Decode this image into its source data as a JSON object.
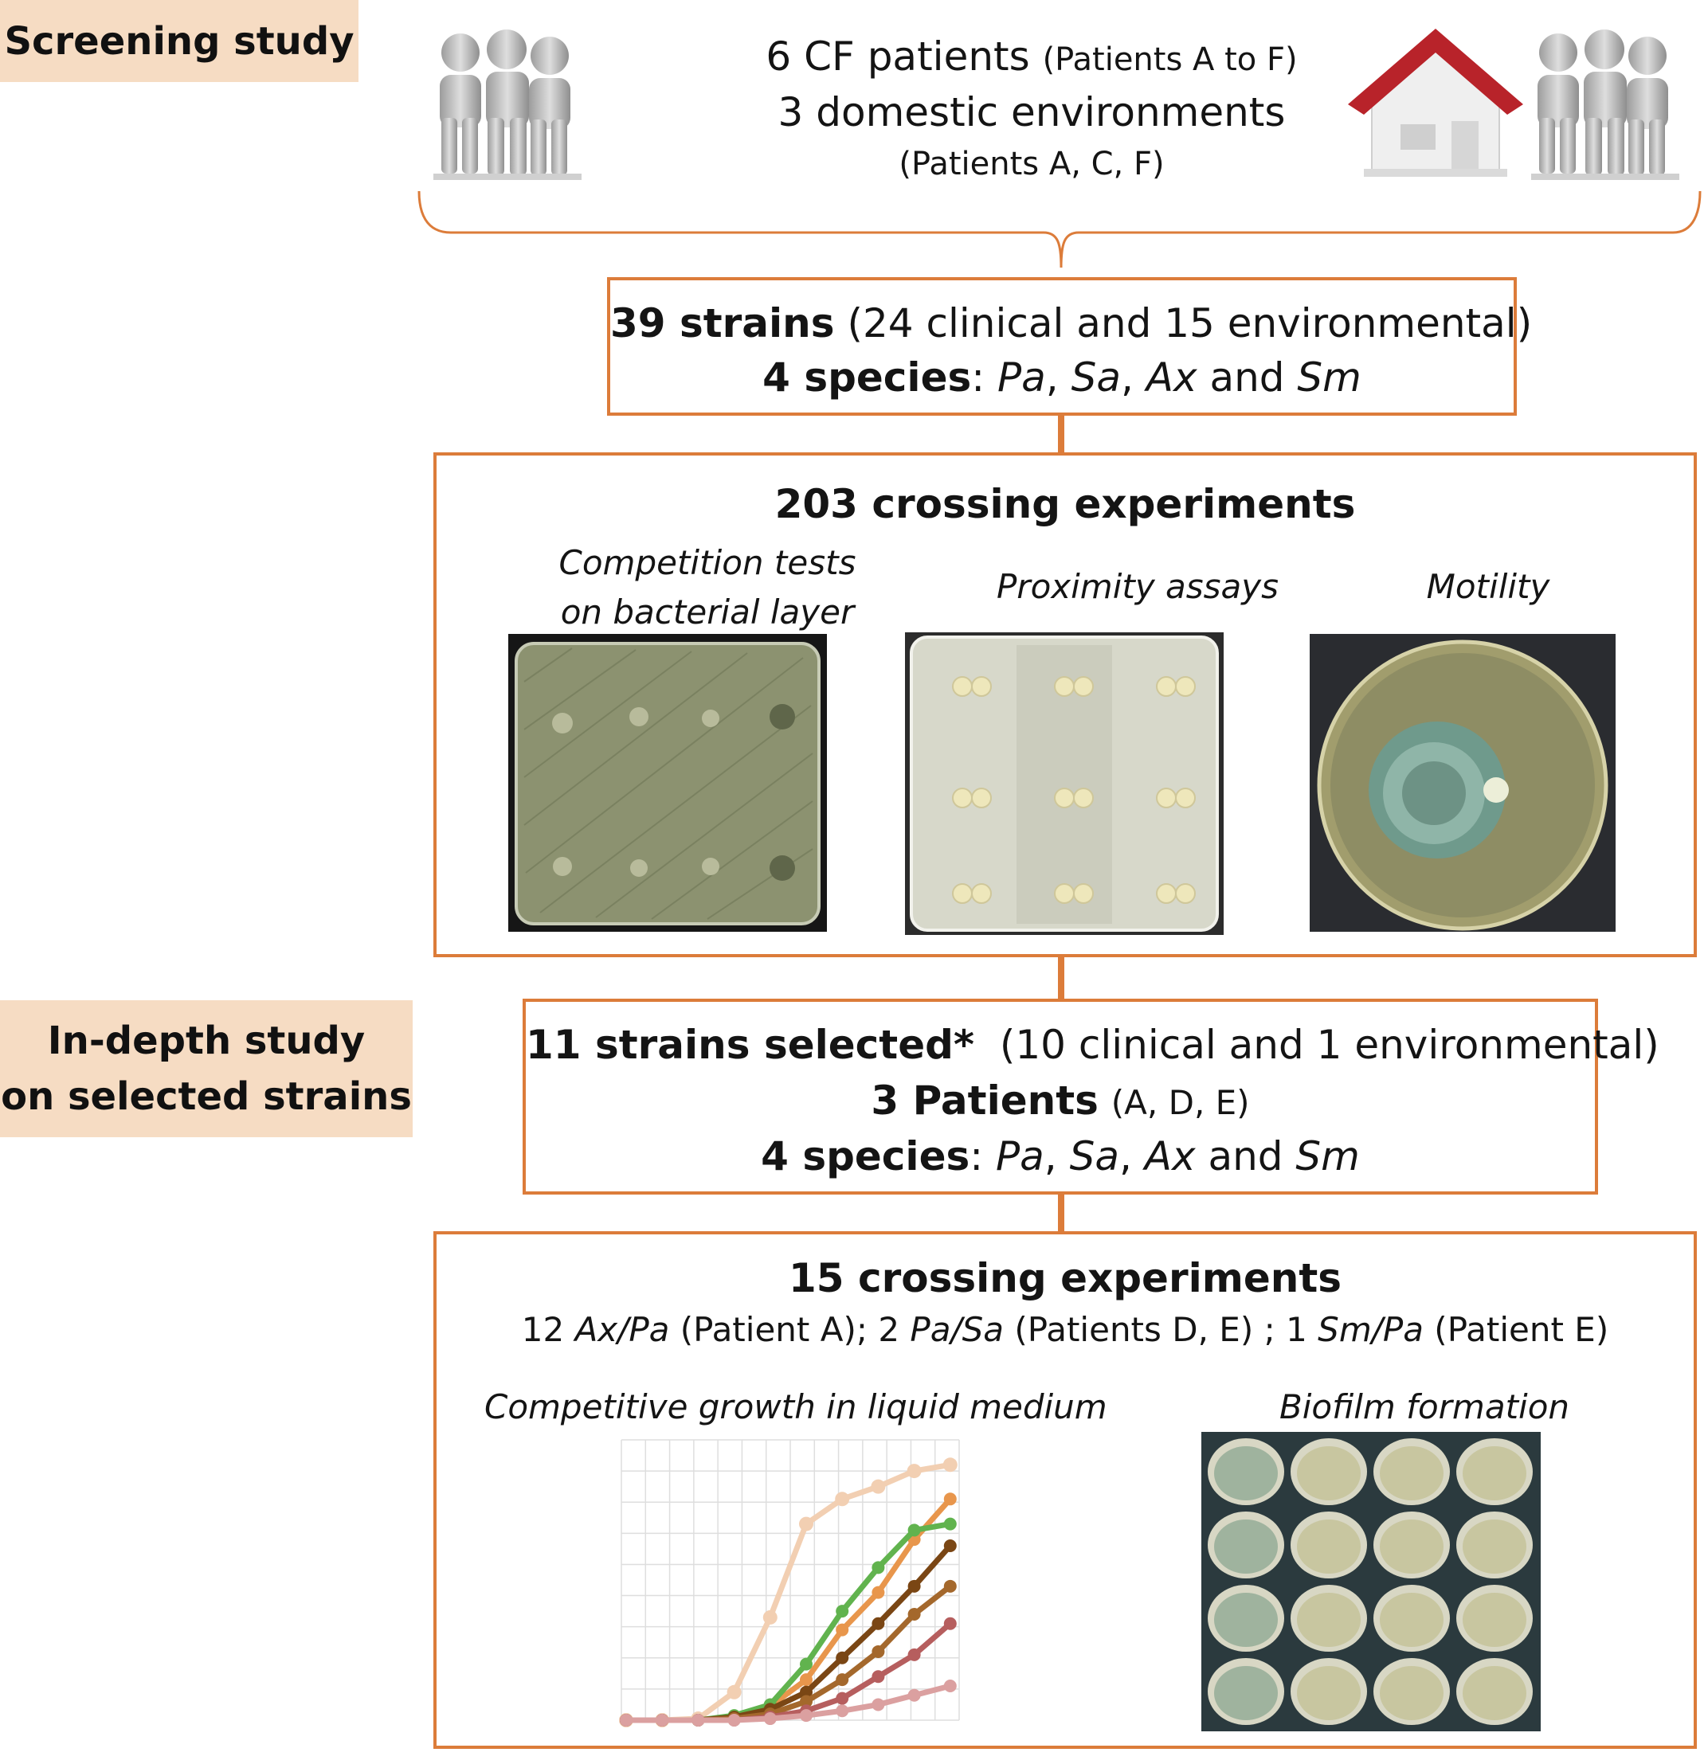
{
  "screening": {
    "tag": "Screening study",
    "header_line1_main": "6 CF patients",
    "header_line1_sub": "(Patients A to F)",
    "header_line2": "3 domestic environments",
    "header_line3": "(Patients A, C, F)"
  },
  "strains_box": {
    "count_bold": "39 strains",
    "count_rest": "(24 clinical and 15 environmental)",
    "species_bold": "4 species",
    "species_sep": ": ",
    "species_list": [
      "Pa",
      "Sa",
      "Ax",
      "Sm"
    ],
    "comma": ", ",
    "and": " and "
  },
  "crossing_box": {
    "title": "203 crossing experiments",
    "panel1_line1": "Competition tests",
    "panel1_line2": "on bacterial layer",
    "panel2": "Proximity assays",
    "panel3": "Motility"
  },
  "indepth": {
    "tag_line1": "In-depth study",
    "tag_line2": "on selected strains"
  },
  "selected_box": {
    "line1_bold": "11 strains selected*",
    "line1_rest": "(10 clinical and 1 environmental)",
    "line2_bold": "3 Patients",
    "line2_rest": "(A, D, E)",
    "species_bold": "4 species",
    "species_sep": ": ",
    "species_list": [
      "Pa",
      "Sa",
      "Ax",
      "Sm"
    ],
    "comma": ", ",
    "and": " and "
  },
  "final_box": {
    "title": "15 crossing experiments",
    "exp1_count": "12 ",
    "exp1_pair": "Ax/Pa",
    "exp1_patient": " (Patient A); ",
    "exp2_count": "2 ",
    "exp2_pair": "Pa/Sa",
    "exp2_patient": " (Patients D, E) ; ",
    "exp3_count": "1 ",
    "exp3_pair": "Sm/Pa",
    "exp3_patient": " (Patient E)",
    "panel1": "Competitive growth in liquid medium",
    "panel2": "Biofilm formation"
  },
  "colors": {
    "accent": "#dc7c3a",
    "tag_bg": "#f6dcc3",
    "roof": "#b8232a"
  },
  "icons": [
    "people-group-icon",
    "house-icon",
    "bracket-icon"
  ],
  "chart_data": {
    "type": "line",
    "x": [
      0,
      1,
      2,
      3,
      4,
      5,
      6,
      7,
      8,
      9
    ],
    "series": [
      {
        "color": "#f2cfb2",
        "values": [
          0,
          0,
          0.05,
          0.9,
          3.3,
          6.3,
          7.1,
          7.5,
          8.0,
          8.2
        ]
      },
      {
        "color": "#e8964c",
        "values": [
          0,
          0,
          0,
          0.1,
          0.45,
          1.3,
          2.9,
          4.1,
          5.8,
          7.1
        ]
      },
      {
        "color": "#61b34e",
        "values": [
          0,
          0,
          0,
          0.15,
          0.5,
          1.8,
          3.5,
          4.9,
          6.1,
          6.3
        ]
      },
      {
        "color": "#7a4614",
        "values": [
          0,
          0,
          0,
          0.1,
          0.35,
          0.9,
          2.0,
          3.1,
          4.3,
          5.6
        ]
      },
      {
        "color": "#a4682c",
        "values": [
          0,
          0,
          0,
          0.05,
          0.2,
          0.6,
          1.3,
          2.2,
          3.4,
          4.3
        ]
      },
      {
        "color": "#b65e5e",
        "values": [
          0,
          0,
          0,
          0,
          0.1,
          0.3,
          0.7,
          1.4,
          2.1,
          3.1
        ]
      },
      {
        "color": "#dba0a0",
        "values": [
          0,
          0,
          0,
          0,
          0.05,
          0.15,
          0.3,
          0.5,
          0.8,
          1.1
        ]
      }
    ],
    "ylim": [
      0,
      9
    ],
    "grid": true
  }
}
